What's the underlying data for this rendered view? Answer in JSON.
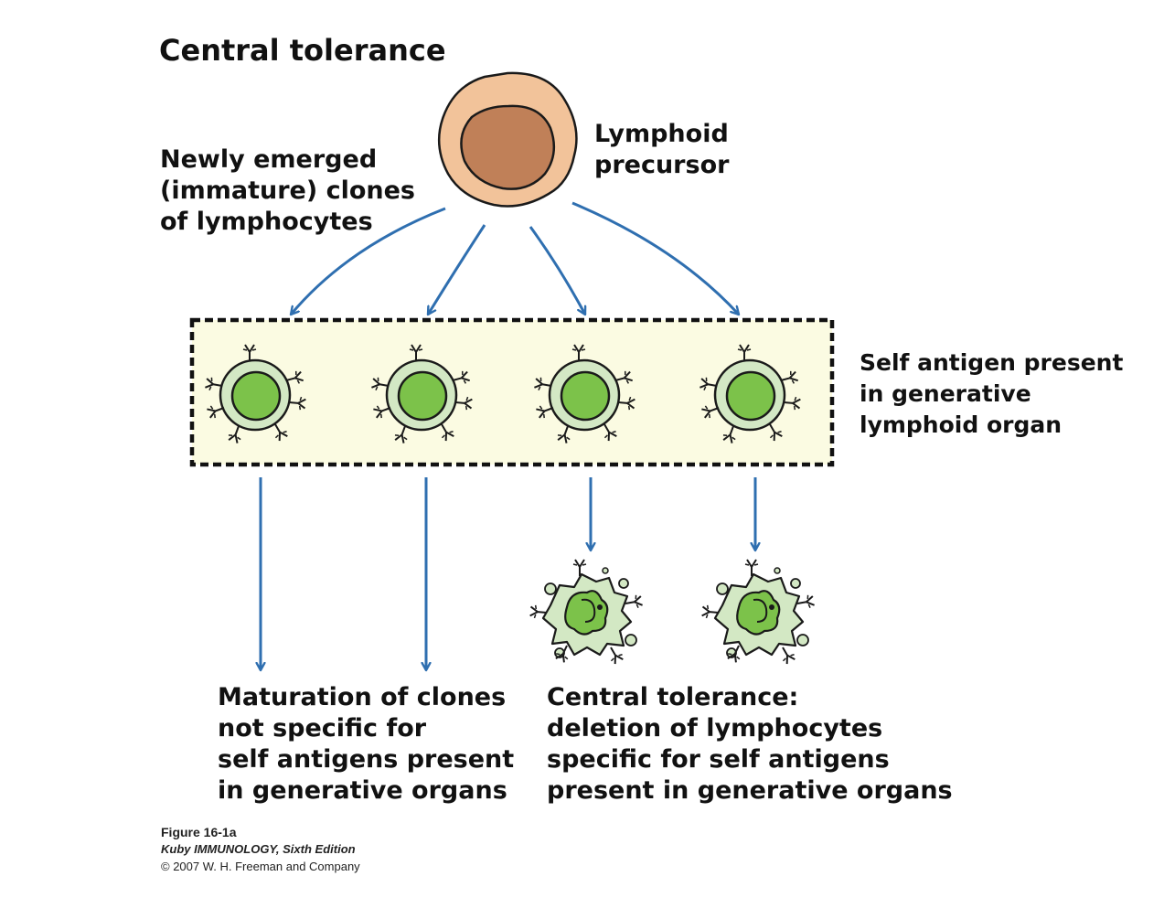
{
  "title": "Central tolerance",
  "labels": {
    "newly_emerged": [
      "Newly emerged",
      "(immature) clones",
      "of lymphocytes"
    ],
    "precursor": [
      "Lymphoid",
      "precursor"
    ],
    "self_antigen": [
      "Self antigen present",
      "in generative",
      "lymphoid organ"
    ],
    "maturation": [
      "Maturation of clones",
      "not specific for",
      "self antigens present",
      "in generative organs"
    ],
    "deletion": [
      "Central tolerance:",
      "deletion of lymphocytes",
      "specific for self antigens",
      "present in generative organs"
    ]
  },
  "caption": {
    "figure": "Figure 16-1a",
    "book": "Kuby IMMUNOLOGY, Sixth Edition",
    "copyright": "© 2007 W. H. Freeman and Company"
  },
  "colors": {
    "arrow": "#2f6fb0",
    "precursor_outer": "#f2c39a",
    "precursor_nucleus": "#c08058",
    "cell_outer": "#d3e8c4",
    "cell_nucleus": "#7cc24a",
    "organ_box": "#fbfbe2"
  },
  "clone_count": 4,
  "deleted_count": 2
}
